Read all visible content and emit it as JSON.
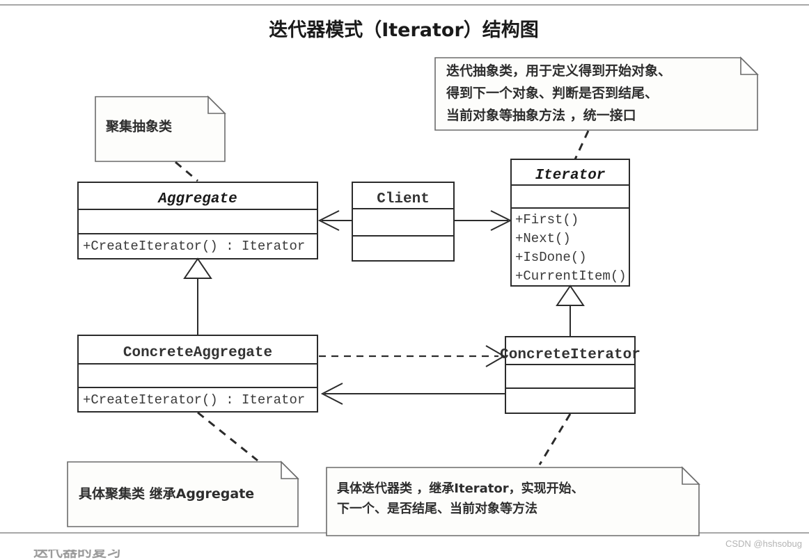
{
  "title": "迭代器模式（Iterator）结构图",
  "classes": {
    "aggregate": {
      "name": "Aggregate",
      "italic": true,
      "attributes": [],
      "methods": [
        "+CreateIterator() : Iterator"
      ]
    },
    "client": {
      "name": "Client",
      "italic": false,
      "attributes": [],
      "methods": []
    },
    "iterator": {
      "name": "Iterator",
      "italic": true,
      "attributes": [],
      "methods": [
        "+First()",
        "+Next()",
        "+IsDone()",
        "+CurrentItem()"
      ]
    },
    "concrete_aggregate": {
      "name": "ConcreteAggregate",
      "italic": false,
      "attributes": [],
      "methods": [
        "+CreateIterator() : Iterator"
      ]
    },
    "concrete_iterator": {
      "name": "ConcreteIterator",
      "italic": false,
      "attributes": [],
      "methods": []
    }
  },
  "notes": {
    "aggregate_note": {
      "lines": [
        "聚集抽象类"
      ]
    },
    "iterator_note": {
      "lines": [
        "迭代抽象类，用于定义得到开始对象、",
        "得到下一个对象、判断是否到结尾、",
        "当前对象等抽象方法 ，统一接口"
      ]
    },
    "concrete_aggregate_note": {
      "lines": [
        "具体聚集类 继承Aggregate"
      ]
    },
    "concrete_iterator_note": {
      "lines": [
        "具体迭代器类 ，继承Iterator，实现开始、",
        "下一个、是否结尾、当前对象等方法"
      ]
    }
  },
  "relations": {
    "client_to_aggregate": "association",
    "client_to_iterator": "association",
    "concrete_aggregate_inherits_aggregate": "generalization",
    "concrete_iterator_inherits_iterator": "generalization",
    "concrete_aggregate_to_concrete_iterator": "dependency",
    "concrete_iterator_to_concrete_aggregate": "association"
  },
  "watermark": "CSDN @hshsobug",
  "cut_off_heading": "迭代器的复习"
}
